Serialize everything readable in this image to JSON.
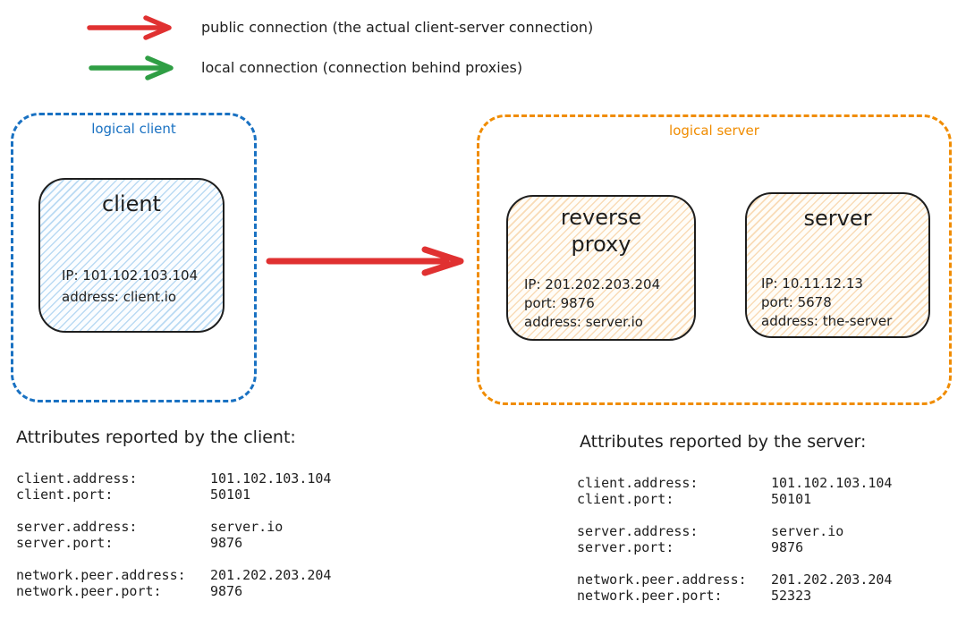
{
  "legend": {
    "items": [
      {
        "icon": "red-arrow",
        "color": "#e03131",
        "label": "public connection (the actual client-server connection)"
      },
      {
        "icon": "green-arrow",
        "color": "#2f9e44",
        "label": "local connection (connection behind proxies)"
      }
    ]
  },
  "logical_client": {
    "label": "logical client",
    "border_color": "#1971c2",
    "client_node": {
      "title": "client",
      "info": [
        "IP: 101.102.103.104",
        "address: client.io"
      ]
    }
  },
  "logical_server": {
    "label": "logical server",
    "border_color": "#f08c00",
    "reverse_proxy_node": {
      "title": "reverse proxy",
      "info": [
        "IP: 201.202.203.204",
        "port: 9876",
        "address: server.io"
      ]
    },
    "server_node": {
      "title": "server",
      "info": [
        "IP: 10.11.12.13",
        "port: 5678",
        "address: the-server"
      ]
    }
  },
  "main_arrow": {
    "meaning": "public connection",
    "color": "#e03131"
  },
  "client_attributes": {
    "heading": "Attributes reported by the client:",
    "groups": [
      [
        {
          "key": "client.address:",
          "value": "101.102.103.104"
        },
        {
          "key": "client.port:",
          "value": "50101"
        }
      ],
      [
        {
          "key": "server.address:",
          "value": "server.io"
        },
        {
          "key": "server.port:",
          "value": "9876"
        }
      ],
      [
        {
          "key": "network.peer.address:",
          "value": "201.202.203.204"
        },
        {
          "key": "network.peer.port:",
          "value": "9876"
        }
      ]
    ]
  },
  "server_attributes": {
    "heading": "Attributes reported by the server:",
    "groups": [
      [
        {
          "key": "client.address:",
          "value": "101.102.103.104"
        },
        {
          "key": "client.port:",
          "value": "50101"
        }
      ],
      [
        {
          "key": "server.address:",
          "value": "server.io"
        },
        {
          "key": "server.port:",
          "value": "9876"
        }
      ],
      [
        {
          "key": "network.peer.address:",
          "value": "201.202.203.204"
        },
        {
          "key": "network.peer.port:",
          "value": "52323"
        }
      ]
    ]
  }
}
